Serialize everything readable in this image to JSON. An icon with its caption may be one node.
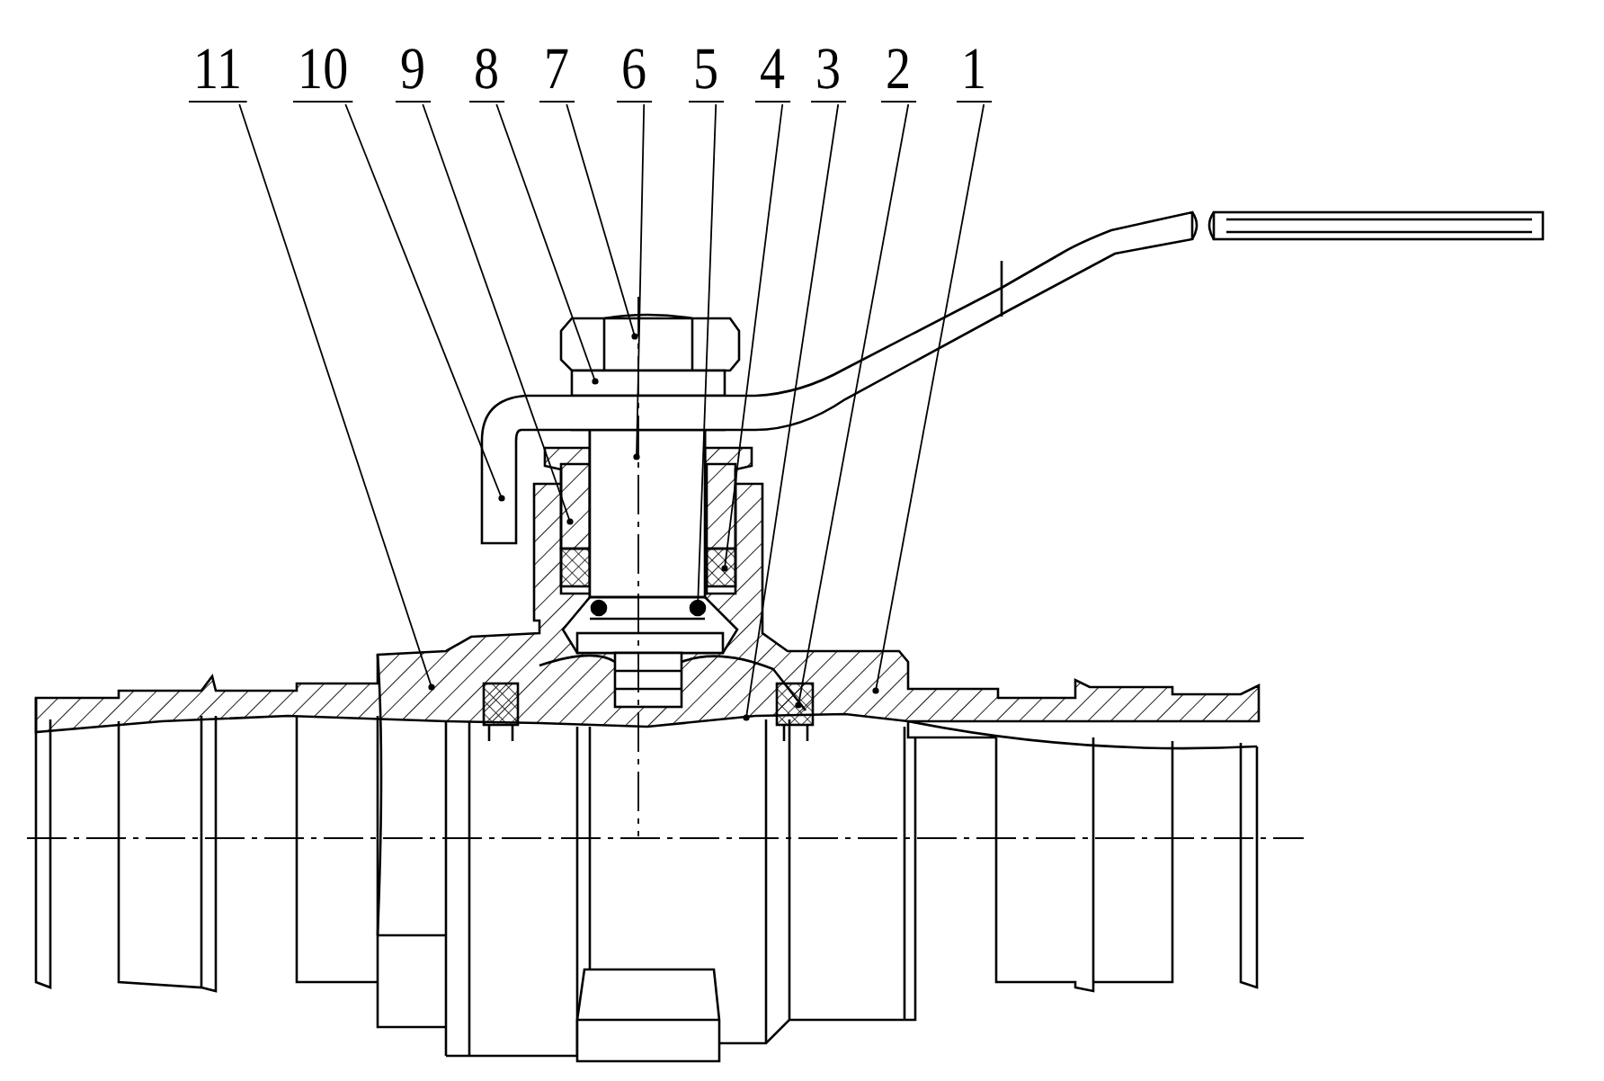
{
  "diagram": {
    "nodes": [
      {
        "text": [
          "11"
        ]
      },
      {
        "text": [
          "10"
        ]
      },
      {
        "text": [
          "9"
        ]
      },
      {
        "text": [
          "8"
        ]
      },
      {
        "text": [
          "7"
        ]
      },
      {
        "text": [
          "6"
        ]
      },
      {
        "text": [
          "5"
        ]
      },
      {
        "text": [
          "4"
        ]
      },
      {
        "text": [
          "3"
        ]
      },
      {
        "text": [
          "2"
        ]
      },
      {
        "text": [
          "1"
        ]
      }
    ],
    "edges": [
      {
        "from": 0,
        "to": null,
        "arrow": "other"
      },
      {
        "from": 1,
        "to": null,
        "arrow": "other"
      },
      {
        "from": 2,
        "to": null,
        "arrow": "other"
      },
      {
        "from": 3,
        "to": null,
        "arrow": "other"
      },
      {
        "from": 4,
        "to": null,
        "arrow": "other"
      },
      {
        "from": 5,
        "to": null,
        "arrow": "other"
      },
      {
        "from": 6,
        "to": null,
        "arrow": "other"
      },
      {
        "from": 7,
        "to": null,
        "arrow": "other"
      },
      {
        "from": 8,
        "to": null,
        "arrow": "other"
      },
      {
        "from": 9,
        "to": null,
        "arrow": "other"
      },
      {
        "from": 10,
        "to": null,
        "arrow": "other"
      }
    ]
  }
}
